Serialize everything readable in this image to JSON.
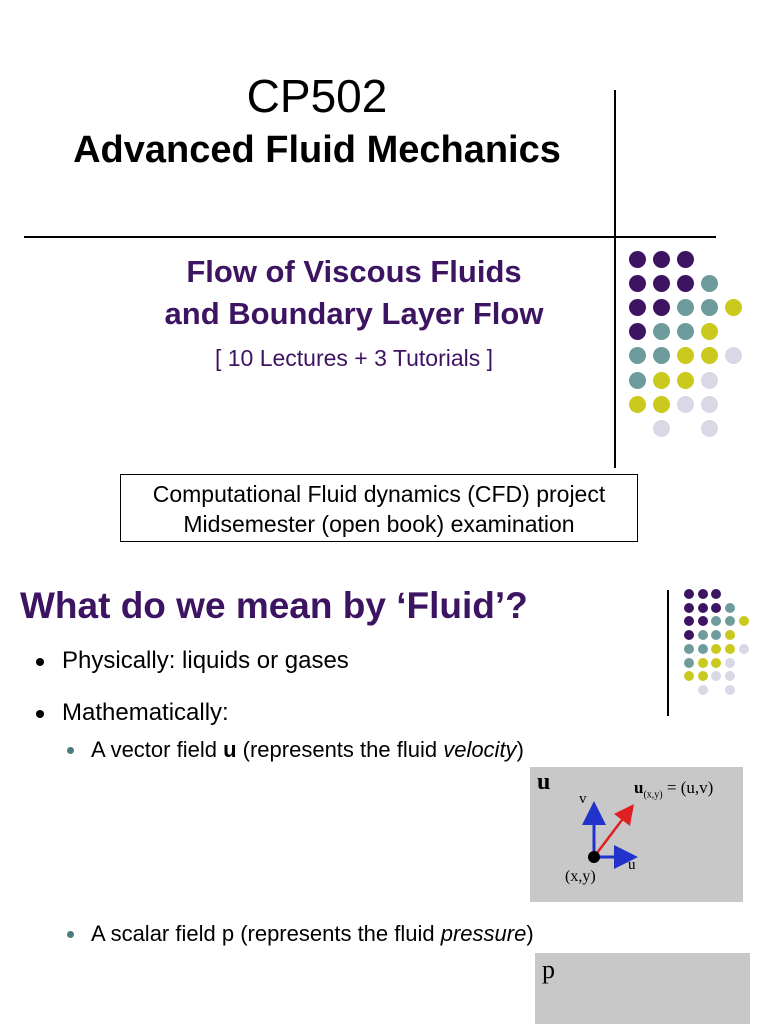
{
  "slide1": {
    "course_code": "CP502",
    "course_name": "Advanced Fluid Mechanics",
    "subtitle_line1": "Flow of Viscous Fluids",
    "subtitle_line2": "and Boundary Layer Flow",
    "lectures": "[ 10 Lectures  +  3 Tutorials ]",
    "box_line1": "Computational Fluid dynamics (CFD) project",
    "box_line2": "Midsemester (open book) examination"
  },
  "slide2": {
    "title": "What do we mean by ‘Fluid’?",
    "bullets": [
      "Physically: liquids or gases",
      "Mathematically:"
    ],
    "sub_bullet_vector": {
      "prefix": "A vector field ",
      "symbol": "u",
      "middle": " (represents the fluid ",
      "emph": "velocity",
      "suffix": ")"
    },
    "sub_bullet_scalar": {
      "prefix": "A scalar field p  (represents the fluid ",
      "emph": "pressure",
      "suffix": ")"
    },
    "figure_vector": {
      "label": "u",
      "eq_bold": "u",
      "eq_sub": "(x,y)",
      "eq_rest": "= (u,v)",
      "axis_v": "v",
      "axis_u": "u",
      "origin": "(x,y)"
    },
    "figure_scalar": {
      "label": "p"
    }
  },
  "colors": {
    "purple": "#3d1462",
    "teal": "#6e9c9c",
    "yellow": "#c9c91e",
    "lavender": "#d8d8e6",
    "vector_red": "#e02020",
    "axis_blue": "#2233cc"
  }
}
